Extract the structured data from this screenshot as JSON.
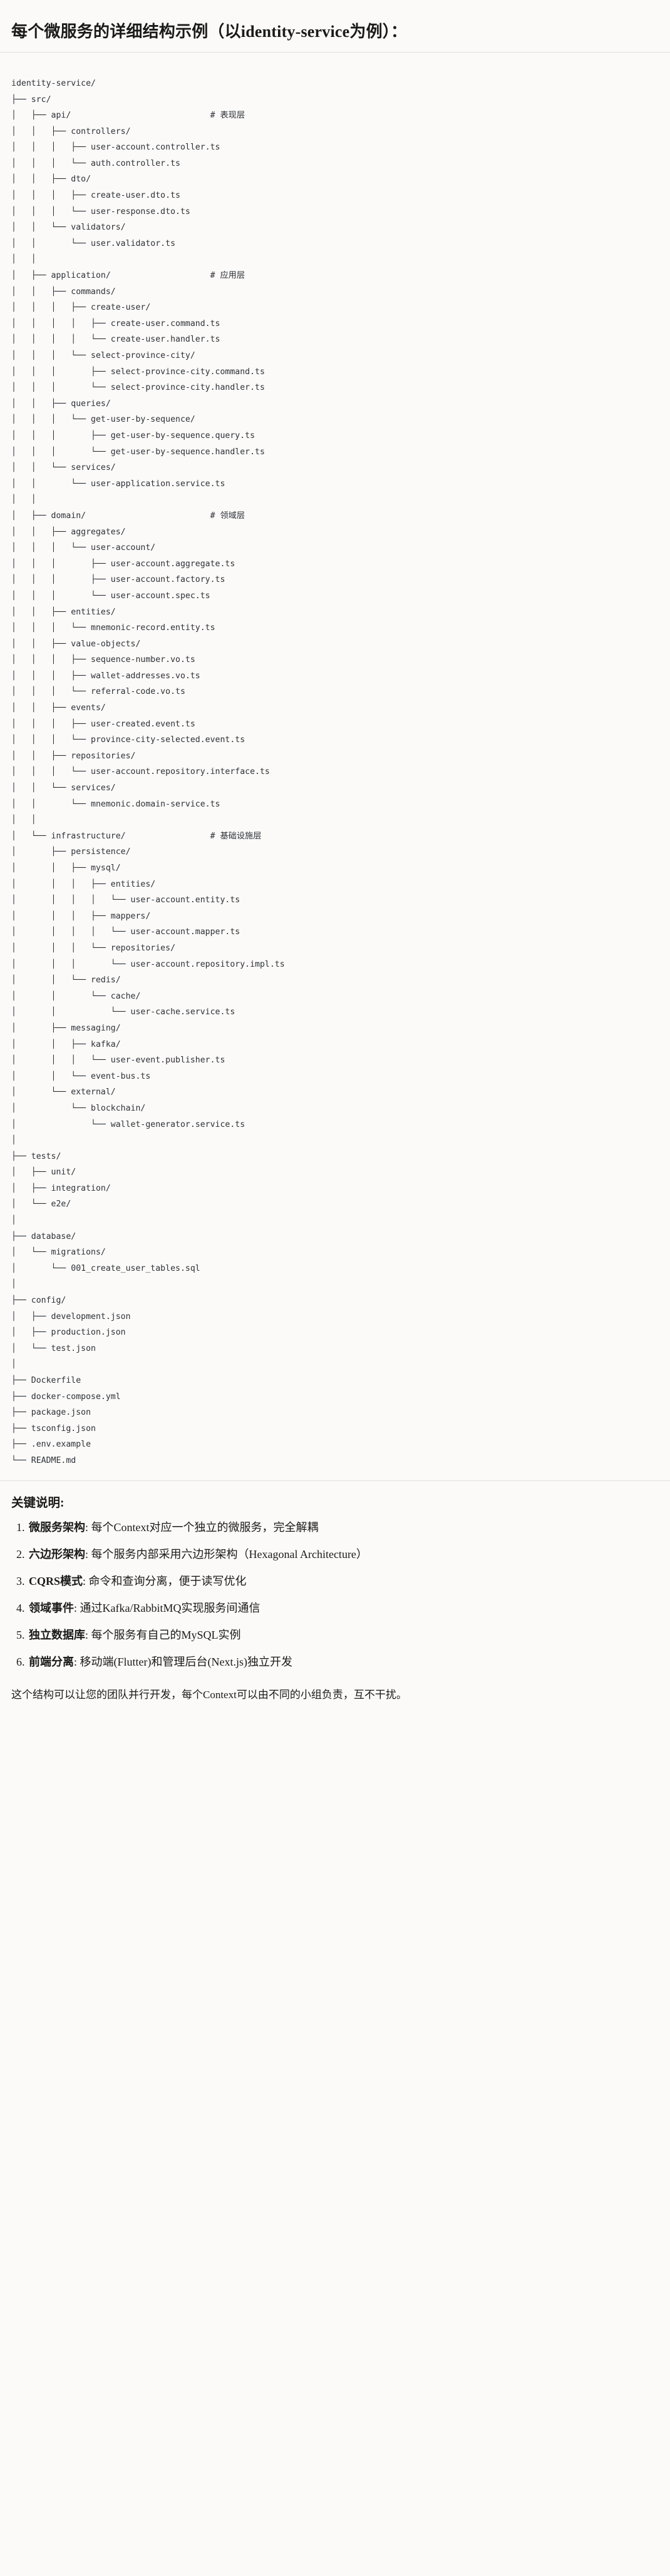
{
  "heading": "每个微服务的详细结构示例（以identity-service为例）：",
  "tree": {
    "title": "identity-service-tree",
    "lines": [
      {
        "text": "identity-service/",
        "comment": ""
      },
      {
        "text": "├── src/",
        "comment": ""
      },
      {
        "text": "│   ├── api/",
        "comment": "# 表现层"
      },
      {
        "text": "│   │   ├── controllers/",
        "comment": ""
      },
      {
        "text": "│   │   │   ├── user-account.controller.ts",
        "comment": ""
      },
      {
        "text": "│   │   │   └── auth.controller.ts",
        "comment": ""
      },
      {
        "text": "│   │   ├── dto/",
        "comment": ""
      },
      {
        "text": "│   │   │   ├── create-user.dto.ts",
        "comment": ""
      },
      {
        "text": "│   │   │   └── user-response.dto.ts",
        "comment": ""
      },
      {
        "text": "│   │   └── validators/",
        "comment": ""
      },
      {
        "text": "│   │       └── user.validator.ts",
        "comment": ""
      },
      {
        "text": "│   │",
        "comment": ""
      },
      {
        "text": "│   ├── application/",
        "comment": "# 应用层"
      },
      {
        "text": "│   │   ├── commands/",
        "comment": ""
      },
      {
        "text": "│   │   │   ├── create-user/",
        "comment": ""
      },
      {
        "text": "│   │   │   │   ├── create-user.command.ts",
        "comment": ""
      },
      {
        "text": "│   │   │   │   └── create-user.handler.ts",
        "comment": ""
      },
      {
        "text": "│   │   │   └── select-province-city/",
        "comment": ""
      },
      {
        "text": "│   │   │       ├── select-province-city.command.ts",
        "comment": ""
      },
      {
        "text": "│   │   │       └── select-province-city.handler.ts",
        "comment": ""
      },
      {
        "text": "│   │   ├── queries/",
        "comment": ""
      },
      {
        "text": "│   │   │   └── get-user-by-sequence/",
        "comment": ""
      },
      {
        "text": "│   │   │       ├── get-user-by-sequence.query.ts",
        "comment": ""
      },
      {
        "text": "│   │   │       └── get-user-by-sequence.handler.ts",
        "comment": ""
      },
      {
        "text": "│   │   └── services/",
        "comment": ""
      },
      {
        "text": "│   │       └── user-application.service.ts",
        "comment": ""
      },
      {
        "text": "│   │",
        "comment": ""
      },
      {
        "text": "│   ├── domain/",
        "comment": "# 领域层"
      },
      {
        "text": "│   │   ├── aggregates/",
        "comment": ""
      },
      {
        "text": "│   │   │   └── user-account/",
        "comment": ""
      },
      {
        "text": "│   │   │       ├── user-account.aggregate.ts",
        "comment": ""
      },
      {
        "text": "│   │   │       ├── user-account.factory.ts",
        "comment": ""
      },
      {
        "text": "│   │   │       └── user-account.spec.ts",
        "comment": ""
      },
      {
        "text": "│   │   ├── entities/",
        "comment": ""
      },
      {
        "text": "│   │   │   └── mnemonic-record.entity.ts",
        "comment": ""
      },
      {
        "text": "│   │   ├── value-objects/",
        "comment": ""
      },
      {
        "text": "│   │   │   ├── sequence-number.vo.ts",
        "comment": ""
      },
      {
        "text": "│   │   │   ├── wallet-addresses.vo.ts",
        "comment": ""
      },
      {
        "text": "│   │   │   └── referral-code.vo.ts",
        "comment": ""
      },
      {
        "text": "│   │   ├── events/",
        "comment": ""
      },
      {
        "text": "│   │   │   ├── user-created.event.ts",
        "comment": ""
      },
      {
        "text": "│   │   │   └── province-city-selected.event.ts",
        "comment": ""
      },
      {
        "text": "│   │   ├── repositories/",
        "comment": ""
      },
      {
        "text": "│   │   │   └── user-account.repository.interface.ts",
        "comment": ""
      },
      {
        "text": "│   │   └── services/",
        "comment": ""
      },
      {
        "text": "│   │       └── mnemonic.domain-service.ts",
        "comment": ""
      },
      {
        "text": "│   │",
        "comment": ""
      },
      {
        "text": "│   └── infrastructure/",
        "comment": "# 基础设施层"
      },
      {
        "text": "│       ├── persistence/",
        "comment": ""
      },
      {
        "text": "│       │   ├── mysql/",
        "comment": ""
      },
      {
        "text": "│       │   │   ├── entities/",
        "comment": ""
      },
      {
        "text": "│       │   │   │   └── user-account.entity.ts",
        "comment": ""
      },
      {
        "text": "│       │   │   ├── mappers/",
        "comment": ""
      },
      {
        "text": "│       │   │   │   └── user-account.mapper.ts",
        "comment": ""
      },
      {
        "text": "│       │   │   └── repositories/",
        "comment": ""
      },
      {
        "text": "│       │   │       └── user-account.repository.impl.ts",
        "comment": ""
      },
      {
        "text": "│       │   └── redis/",
        "comment": ""
      },
      {
        "text": "│       │       └── cache/",
        "comment": ""
      },
      {
        "text": "│       │           └── user-cache.service.ts",
        "comment": ""
      },
      {
        "text": "│       ├── messaging/",
        "comment": ""
      },
      {
        "text": "│       │   ├── kafka/",
        "comment": ""
      },
      {
        "text": "│       │   │   └── user-event.publisher.ts",
        "comment": ""
      },
      {
        "text": "│       │   └── event-bus.ts",
        "comment": ""
      },
      {
        "text": "│       └── external/",
        "comment": ""
      },
      {
        "text": "│           └── blockchain/",
        "comment": ""
      },
      {
        "text": "│               └── wallet-generator.service.ts",
        "comment": ""
      },
      {
        "text": "│",
        "comment": ""
      },
      {
        "text": "├── tests/",
        "comment": ""
      },
      {
        "text": "│   ├── unit/",
        "comment": ""
      },
      {
        "text": "│   ├── integration/",
        "comment": ""
      },
      {
        "text": "│   └── e2e/",
        "comment": ""
      },
      {
        "text": "│",
        "comment": ""
      },
      {
        "text": "├── database/",
        "comment": ""
      },
      {
        "text": "│   └── migrations/",
        "comment": ""
      },
      {
        "text": "│       └── 001_create_user_tables.sql",
        "comment": ""
      },
      {
        "text": "│",
        "comment": ""
      },
      {
        "text": "├── config/",
        "comment": ""
      },
      {
        "text": "│   ├── development.json",
        "comment": ""
      },
      {
        "text": "│   ├── production.json",
        "comment": ""
      },
      {
        "text": "│   └── test.json",
        "comment": ""
      },
      {
        "text": "│",
        "comment": ""
      },
      {
        "text": "├── Dockerfile",
        "comment": ""
      },
      {
        "text": "├── docker-compose.yml",
        "comment": ""
      },
      {
        "text": "├── package.json",
        "comment": ""
      },
      {
        "text": "├── tsconfig.json",
        "comment": ""
      },
      {
        "text": "├── .env.example",
        "comment": ""
      },
      {
        "text": "└── README.md",
        "comment": ""
      }
    ],
    "comment_column": 40
  },
  "notes": {
    "title": "关键说明:",
    "items": [
      {
        "term": "微服务架构",
        "sep": ": ",
        "desc": "每个Context对应一个独立的微服务，完全解耦"
      },
      {
        "term": "六边形架构",
        "sep": ": ",
        "desc": "每个服务内部采用六边形架构（Hexagonal Architecture）"
      },
      {
        "term": "CQRS模式",
        "sep": ": ",
        "desc": "命令和查询分离，便于读写优化"
      },
      {
        "term": "领域事件",
        "sep": ": ",
        "desc": "通过Kafka/RabbitMQ实现服务间通信"
      },
      {
        "term": "独立数据库",
        "sep": ": ",
        "desc": "每个服务有自己的MySQL实例"
      },
      {
        "term": "前端分离",
        "sep": ": ",
        "desc": "移动端(Flutter)和管理后台(Next.js)独立开发"
      }
    ],
    "footer": "这个结构可以让您的团队并行开发，每个Context可以由不同的小组负责，互不干扰。"
  }
}
